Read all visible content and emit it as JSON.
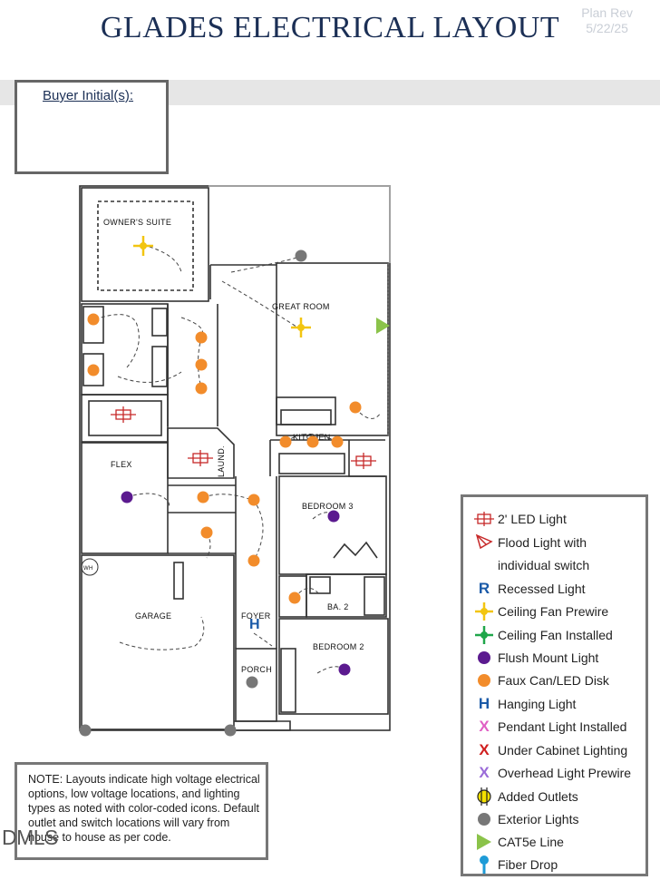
{
  "header": {
    "title": "GLADES ELECTRICAL LAYOUT",
    "plan_rev_line1": "Plan Rev",
    "plan_rev_line2": "5/22/25"
  },
  "buyer": {
    "label": "Buyer Initial(s):"
  },
  "rooms": {
    "owners_suite": "OWNER'S SUITE",
    "great_room": "GREAT ROOM",
    "kitchen": "KITCHEN",
    "flex": "FLEX",
    "laund": "LAUND.",
    "bedroom3": "BEDROOM 3",
    "ba2": "BA. 2",
    "garage": "GARAGE",
    "foyer": "FOYER",
    "bedroom2": "BEDROOM 2",
    "porch": "PORCH",
    "wh": "WH"
  },
  "legend": {
    "items": [
      {
        "icon": "led-light-icon",
        "label": "2' LED Light",
        "color": "#c62828"
      },
      {
        "icon": "flood-light-icon",
        "label": "Flood Light with individual switch",
        "color": "#c62828"
      },
      {
        "icon": "recessed-light-icon",
        "label": "Recessed Light",
        "glyph": "R",
        "color": "#1a5aa8"
      },
      {
        "icon": "ceiling-fan-prewire-icon",
        "label": "Ceiling Fan Prewire",
        "color": "#f2c511"
      },
      {
        "icon": "ceiling-fan-installed-icon",
        "label": "Ceiling Fan Installed",
        "color": "#1fa64a"
      },
      {
        "icon": "flush-mount-light-icon",
        "label": "Flush Mount Light",
        "color": "#5b1a8f"
      },
      {
        "icon": "faux-can-icon",
        "label": "Faux Can/LED Disk",
        "color": "#f28c2b"
      },
      {
        "icon": "hanging-light-icon",
        "label": "Hanging Light",
        "glyph": "H",
        "color": "#1a5aa8"
      },
      {
        "icon": "pendant-light-icon",
        "label": "Pendant Light Installed",
        "glyph": "X",
        "color": "#e05fc4"
      },
      {
        "icon": "under-cabinet-icon",
        "label": "Under Cabinet Lighting",
        "glyph": "X",
        "color": "#d01f1f"
      },
      {
        "icon": "overhead-light-icon",
        "label": "Overhead Light Prewire",
        "glyph": "X",
        "color": "#9a6bd8"
      },
      {
        "icon": "added-outlets-icon",
        "label": "Added Outlets",
        "color": "#f5e100"
      },
      {
        "icon": "exterior-light-icon",
        "label": "Exterior Lights",
        "color": "#777777"
      },
      {
        "icon": "cat5e-icon",
        "label": "CAT5e Line",
        "color": "#8bc34a"
      },
      {
        "icon": "fiber-drop-icon",
        "label": "Fiber Drop",
        "color": "#1e9bd7"
      }
    ]
  },
  "note": {
    "text": "NOTE: Layouts indicate high voltage electrical options, low voltage locations, and lighting types as noted with color-coded icons. Default outlet and switch locations will vary from house to house as per code."
  },
  "watermark": {
    "text": "DMLS"
  },
  "colors": {
    "title": "#1b2f55",
    "faux_can": "#f28c2b",
    "flush_mount": "#5b1a8f",
    "fan_prewire": "#f2c511",
    "exterior": "#777777",
    "cat5e": "#8bc34a",
    "led": "#c62828"
  }
}
